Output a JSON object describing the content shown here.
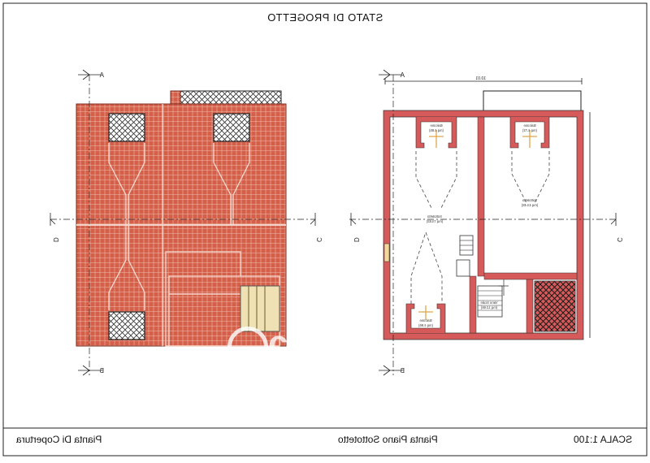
{
  "sheet": {
    "title": "STATO DI PROGETTO",
    "scale": "SCALA 1:100",
    "plan_left_caption": "Pianta Di Copertura",
    "plan_right_caption": "Pianta Piano Sottotetto",
    "watermark": "casa",
    "colors": {
      "roof_fill": "#d4604a",
      "roof_line": "#f0b5a8",
      "wall": "#d65a5a",
      "line": "#222222",
      "stair": "#e8c87a"
    }
  },
  "section_markers": {
    "a": "A",
    "b": "B",
    "c": "C",
    "d": "D"
  },
  "dimension": {
    "top_width": "10.01"
  },
  "rooms": {
    "balcony_tl_name": "Balcone",
    "balcony_tl_area": "(mq 4.85)",
    "balcony_tr_name": "Balcone",
    "balcony_tr_area": "(mq 4.72)",
    "attic_left_name": "Sottotetto",
    "attic_left_area": "(mq 74.83)",
    "attic_right_name": "Sottotetto",
    "attic_right_area": "(mq 44.48)",
    "stair_name": "Vano Scale",
    "stair_area": "(mq 12.66)",
    "balcony_bl_name": "Balcone",
    "balcony_bl_area": "(mq 4.96)"
  }
}
